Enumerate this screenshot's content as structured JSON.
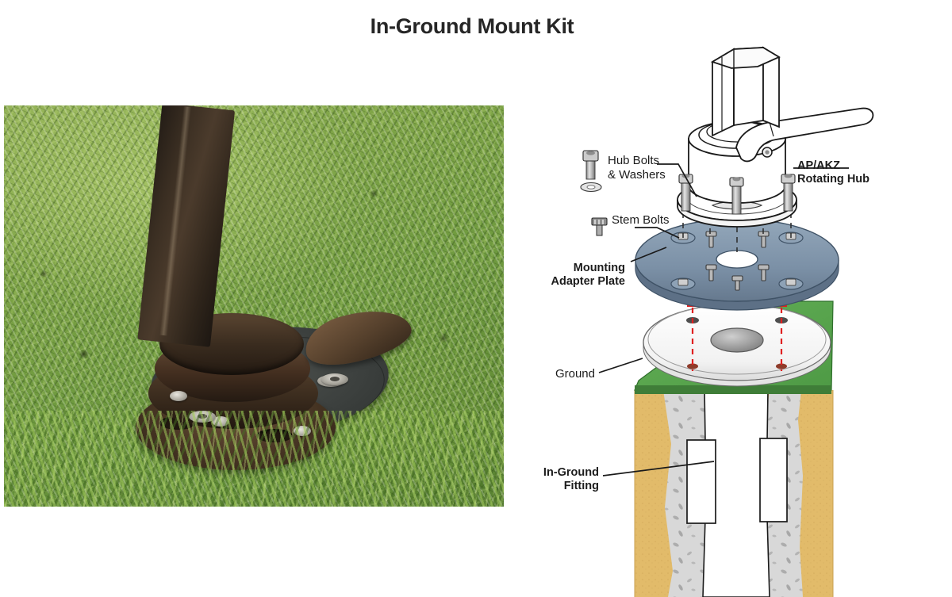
{
  "title": "In-Ground Mount Kit",
  "photo": {
    "alt_name": "in-ground-mount-installed-photo",
    "subject": "Bronze rotating hub installed on dark mounting plate set in grass with umbrella post"
  },
  "diagram": {
    "name": "in-ground-mount-kit-exploded-diagram",
    "labels": [
      {
        "id": "hub-bolts",
        "text": "Hub Bolts\n& Washers",
        "weight": "regular",
        "align": "left",
        "icon": "hex-socket-bolt-icon"
      },
      {
        "id": "stem-bolts",
        "text": "Stem Bolts",
        "weight": "regular",
        "align": "left",
        "icon": "short-bolt-icon"
      },
      {
        "id": "rotating-hub",
        "text": "AP/AKZ\nRotating Hub",
        "weight": "bold",
        "align": "left"
      },
      {
        "id": "adapter-plate",
        "text": "Mounting\nAdapter Plate",
        "weight": "bold",
        "align": "right"
      },
      {
        "id": "ground",
        "text": "Ground",
        "weight": "regular",
        "align": "right"
      },
      {
        "id": "in-ground-fitting",
        "text": "In-Ground\nFitting",
        "weight": "bold",
        "align": "right"
      }
    ],
    "components": [
      "square-post",
      "lever-handle",
      "rotating-hub-body",
      "hub-flange",
      "hub-bolts",
      "mounting-adapter-plate",
      "stem-bolts",
      "ground-plane",
      "in-ground-fitting-cap",
      "concrete-footing",
      "soil",
      "fitting-sleeve"
    ]
  },
  "colors": {
    "title_text": "#262626",
    "label_text": "#1c1c1c",
    "ground_green": "#5aa84f",
    "ground_green_edge": "#3f7d38",
    "adapter_plate_blue": "#7e93a8",
    "adapter_plate_edge": "#55697e",
    "soil_tan": "#e0b968",
    "concrete_gray": "#d6d6d6",
    "alignment_red": "#e02020",
    "line_black": "#1a1a1a",
    "metal_gray": "#9a9a9a",
    "grass_green": "#7da346",
    "post_brown": "#3a2e22"
  }
}
